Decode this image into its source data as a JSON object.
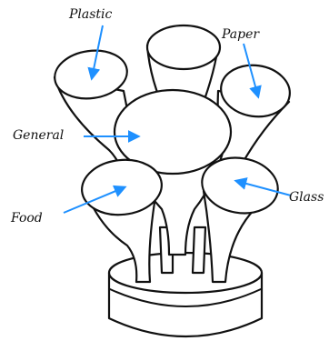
{
  "labels": {
    "plastic": "Plastic",
    "paper": "Paper",
    "general": "General",
    "food": "Food",
    "glass": "Glass"
  },
  "colors": {
    "ink": "#111111",
    "arrow": "#1e90ff",
    "background": "#ffffff"
  }
}
